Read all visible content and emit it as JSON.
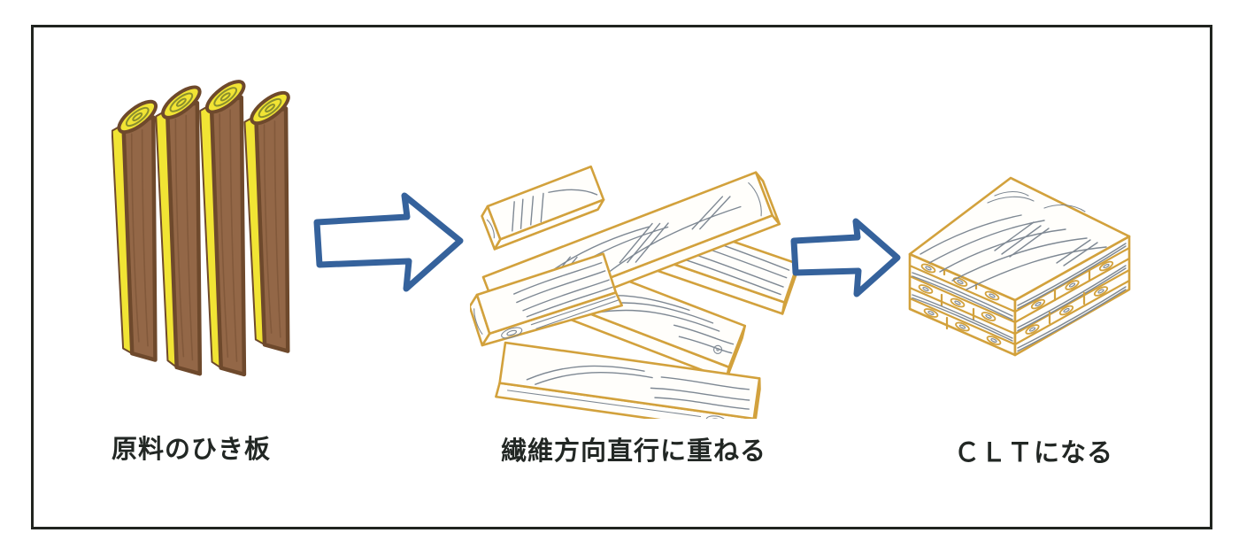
{
  "colors": {
    "page_bg": "#ffffff",
    "border": "#20241f",
    "arrow_blue": "#35629c",
    "plank_outline": "#d2a13c",
    "grain_gray": "#7e8893",
    "board_brown": "#936747",
    "board_brown_dark": "#6e492c",
    "board_yellow": "#f1e434",
    "ring_olive": "#8a8f2e",
    "label_text": "#222724"
  },
  "diagram": {
    "type": "process-flow",
    "title": "",
    "steps": [
      {
        "label": "原料のひき板",
        "illustration": "sawn-boards"
      },
      {
        "label": "繊維方向直行に重ねる",
        "illustration": "crossed-planks"
      },
      {
        "label": "ＣＬＴになる",
        "illustration": "clt-panel"
      }
    ],
    "arrows": [
      "right",
      "right"
    ]
  }
}
